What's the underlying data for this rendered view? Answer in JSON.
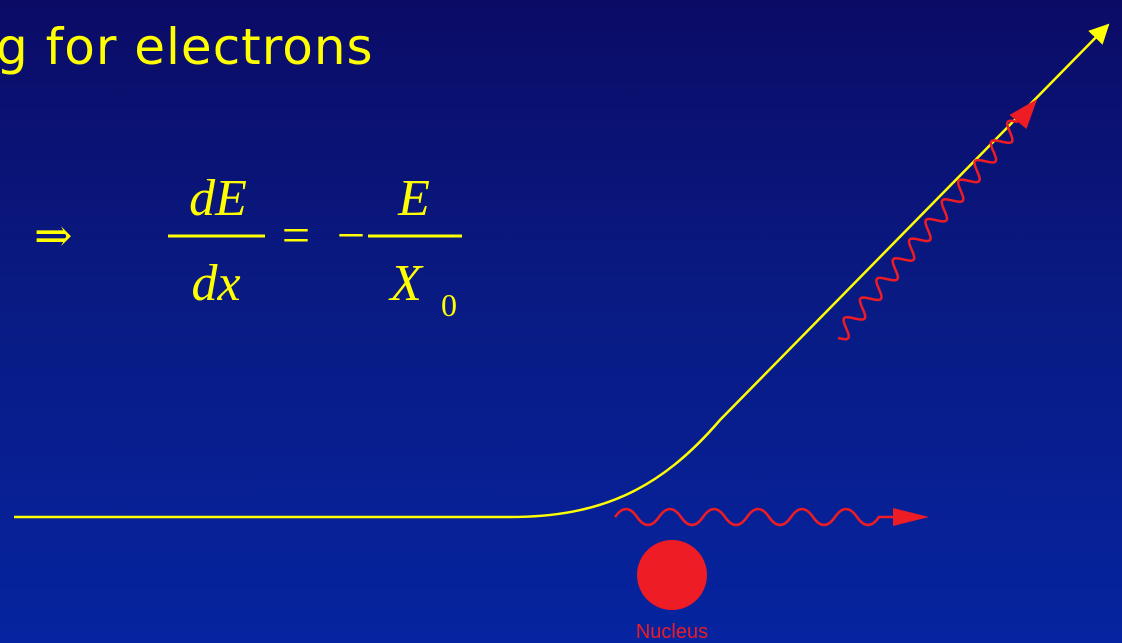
{
  "slide": {
    "title": "g for electrons",
    "background_top": "#0b0b66",
    "background_bottom": "#0624a0"
  },
  "equation": {
    "implies": "⇒",
    "lhs_numerator": "dE",
    "lhs_denominator": "dx",
    "equals": "=",
    "minus": "−",
    "rhs_numerator": "E",
    "rhs_denominator_symbol": "X",
    "rhs_denominator_subscript": "0"
  },
  "diagram": {
    "nucleus_label": "Nucleus",
    "electron_color": "#ffff00",
    "photon_color": "#ee1c24",
    "nucleus_color": "#ee1c24"
  }
}
